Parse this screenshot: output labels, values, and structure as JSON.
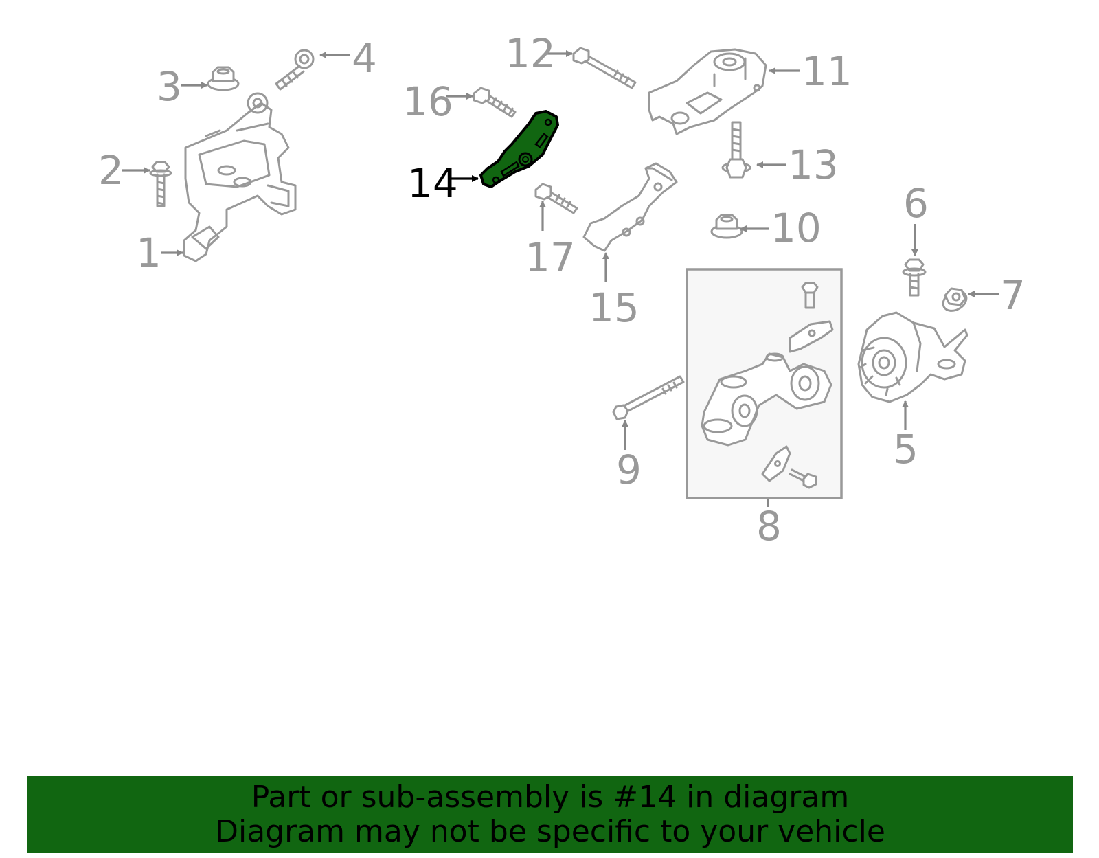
{
  "diagram": {
    "highlight_color": "#116611",
    "callouts": [
      {
        "id": "1",
        "label": "1"
      },
      {
        "id": "2",
        "label": "2"
      },
      {
        "id": "3",
        "label": "3"
      },
      {
        "id": "4",
        "label": "4"
      },
      {
        "id": "5",
        "label": "5"
      },
      {
        "id": "6",
        "label": "6"
      },
      {
        "id": "7",
        "label": "7"
      },
      {
        "id": "8",
        "label": "8"
      },
      {
        "id": "9",
        "label": "9"
      },
      {
        "id": "10",
        "label": "10"
      },
      {
        "id": "11",
        "label": "11"
      },
      {
        "id": "12",
        "label": "12"
      },
      {
        "id": "13",
        "label": "13"
      },
      {
        "id": "14",
        "label": "14",
        "highlighted": true
      },
      {
        "id": "15",
        "label": "15"
      },
      {
        "id": "16",
        "label": "16"
      },
      {
        "id": "17",
        "label": "17"
      }
    ]
  },
  "banner": {
    "line1": "Part or sub-assembly is #14 in diagram",
    "line2": "Diagram may not be specific to your vehicle"
  }
}
